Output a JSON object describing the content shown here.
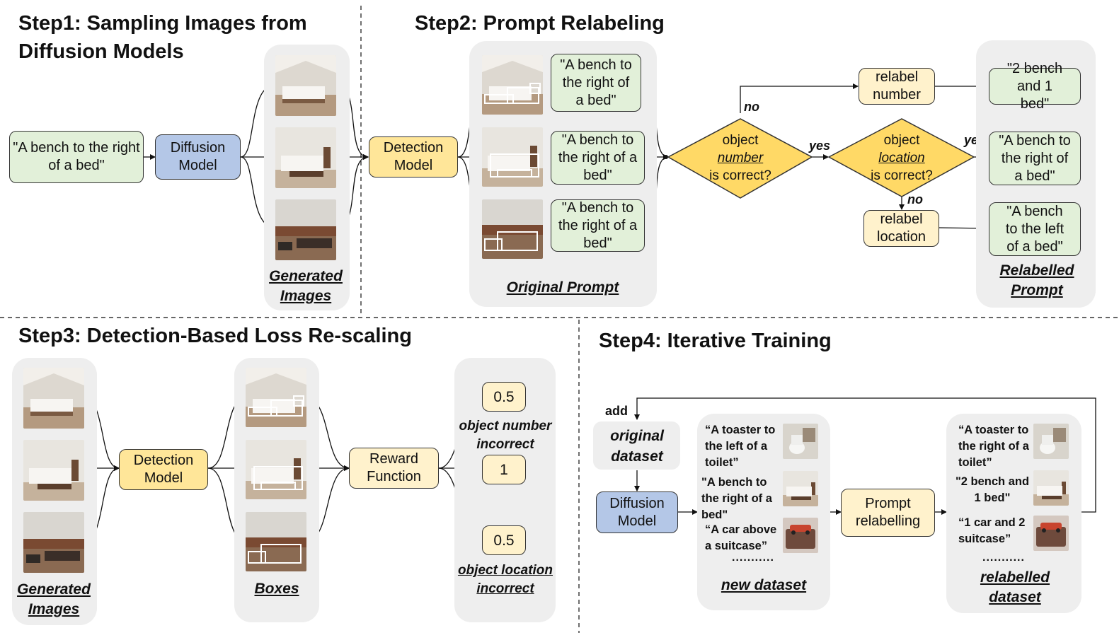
{
  "step1": {
    "title": "Step1: Sampling Images from\nDiffusion Models",
    "prompt": "\"A bench to the right of a bed\"",
    "model": "Diffusion Model",
    "images_label": "Generated Images"
  },
  "step2": {
    "title": "Step2: Prompt Relabeling",
    "detection": "Detection Model",
    "prompts": [
      "\"A bench to the right of a bed\"",
      "\"A bench to the right of a bed\"",
      "\"A bench to the right of a bed\""
    ],
    "original_label": "Original Prompt",
    "diamond1": {
      "l1": "object",
      "l2": "number",
      "l3": "is correct?"
    },
    "diamond2": {
      "l1": "object",
      "l2": "location",
      "l3": "is correct?"
    },
    "relabel_number": "relabel number",
    "relabel_location": "relabel location",
    "no1": "no",
    "yes1": "yes",
    "yes2": "yes",
    "no2": "no",
    "relabelled": [
      "\"2 bench and 1 bed\"",
      "\"A bench to the right of a bed\"",
      "\"A bench to the left of a bed\""
    ],
    "relabelled_label": "Relabelled Prompt"
  },
  "step3": {
    "title": "Step3: Detection-Based Loss Re-scaling",
    "images_label": "Generated Images",
    "detection": "Detection Model",
    "boxes_label": "Boxes",
    "reward": "Reward Function",
    "values": [
      "0.5",
      "1",
      "0.5"
    ],
    "num_incorrect": "object number incorrect",
    "loc_incorrect": "object location incorrect"
  },
  "step4": {
    "title": "Step4: Iterative Training",
    "add": "add",
    "original_dataset": "original dataset",
    "model": "Diffusion Model",
    "new_items": [
      "“A toaster to the left of a toilet”",
      "\"A bench to the right of a bed\"",
      "“A car above a suitcase”"
    ],
    "dots": "...........",
    "new_label": "new dataset",
    "relabelling": "Prompt relabelling",
    "relab_items": [
      "“A toaster to the right of a toilet”",
      "\"2 bench and 1 bed\"",
      "“1 car and 2 suitcase”"
    ],
    "relab_label": "relabelled dataset"
  },
  "colors": {
    "green": "#e2f0d9",
    "blue": "#b4c7e7",
    "yellow": "#ffe699",
    "cream": "#fff2cc",
    "diamond": "#ffd966",
    "panel": "#eeeeee"
  }
}
